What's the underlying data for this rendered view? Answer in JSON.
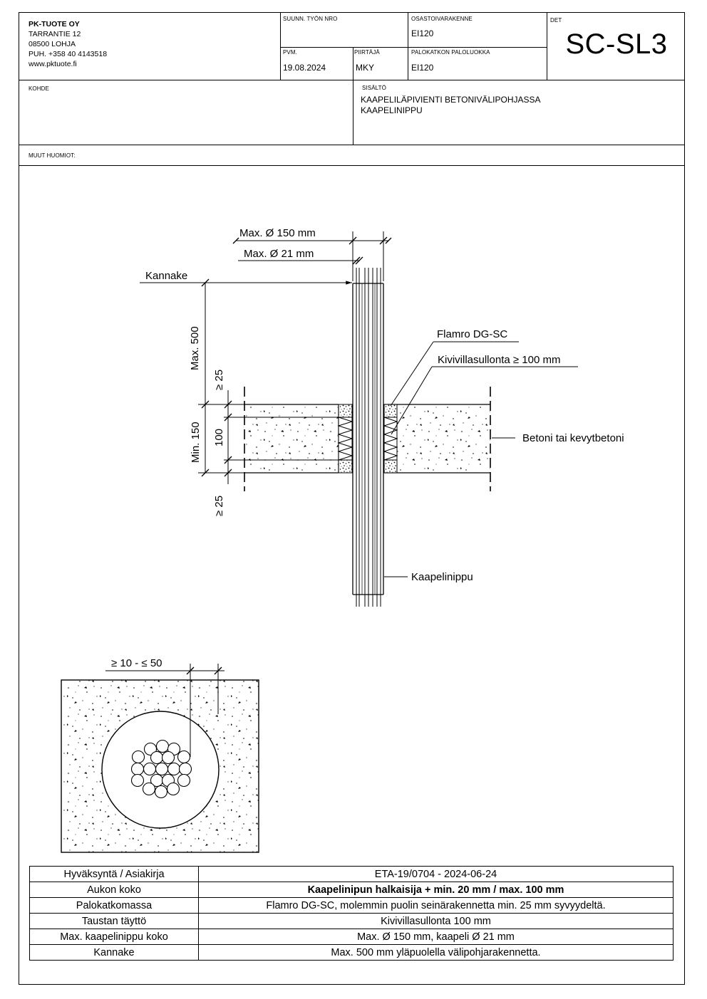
{
  "titleblock": {
    "company": {
      "name": "PK-TUOTE OY",
      "street": "TARRANTIE 12",
      "postal": "08500 LOHJA",
      "phone": "PUH. +358 40 4143518",
      "web": "www.pktuote.fi"
    },
    "suunn_label": "SUUNN. TYÖN NRO",
    "suunn_value": "",
    "pvm_label": "PVM.",
    "pvm_value": "19.08.2024",
    "piirtaja_label": "PIIRTÄJÄ",
    "piirtaja_value": "MKY",
    "osasto_label": "OSASTOIVARAKENNE",
    "osasto_value": "EI120",
    "paloluokka_label": "PALOKATKON PALOLUOKKA",
    "paloluokka_value": "EI120",
    "det_label": "DET",
    "det_value": "SC-SL3",
    "kohde_label": "KOHDE",
    "kohde_value": "",
    "sisalto_label": "SISÄLTÖ",
    "sisalto_line1": "KAAPELILÄPIVIENTI BETONIVÄLIPOHJASSA",
    "sisalto_line2": "KAAPELINIPPU",
    "muut_label": "MUUT HUOMIOT:"
  },
  "section": {
    "dim_bundle": "Max. Ø 150 mm",
    "dim_cable": "Max. Ø 21 mm",
    "label_support": "Kannake",
    "dim_support_height": "Max. 500",
    "dim_top_depth": "≥ 25",
    "dim_slab": "Min. 150",
    "dim_wool": "100",
    "dim_bottom_depth": "≥ 25",
    "label_sealant": "Flamro DG-SC",
    "label_wool": "Kivivillasullonta ≥ 100 mm",
    "label_concrete": "Betoni tai kevytbetoni",
    "label_bundle": "Kaapelinippu"
  },
  "plan": {
    "dim_gap": "≥ 10 - ≤ 50"
  },
  "spec_table": [
    {
      "key": "Hyväksyntä / Asiakirja",
      "value": "ETA-19/0704 - 2024-06-24",
      "bold": false
    },
    {
      "key": "Aukon koko",
      "value": "Kaapelinipun halkaisija + min. 20 mm / max. 100 mm",
      "bold": true
    },
    {
      "key": "Palokatkomassa",
      "value": "Flamro DG-SC, molemmin puolin seinärakennetta min. 25 mm syvyydeltä.",
      "bold": false
    },
    {
      "key": "Taustan täyttö",
      "value": "Kivivillasullonta 100 mm",
      "bold": false
    },
    {
      "key": "Max. kaapelinippu koko",
      "value": "Max. Ø 150 mm, kaapeli Ø 21 mm",
      "bold": false
    },
    {
      "key": "Kannake",
      "value": "Max. 500 mm yläpuolella välipohjarakennetta.",
      "bold": false
    }
  ]
}
